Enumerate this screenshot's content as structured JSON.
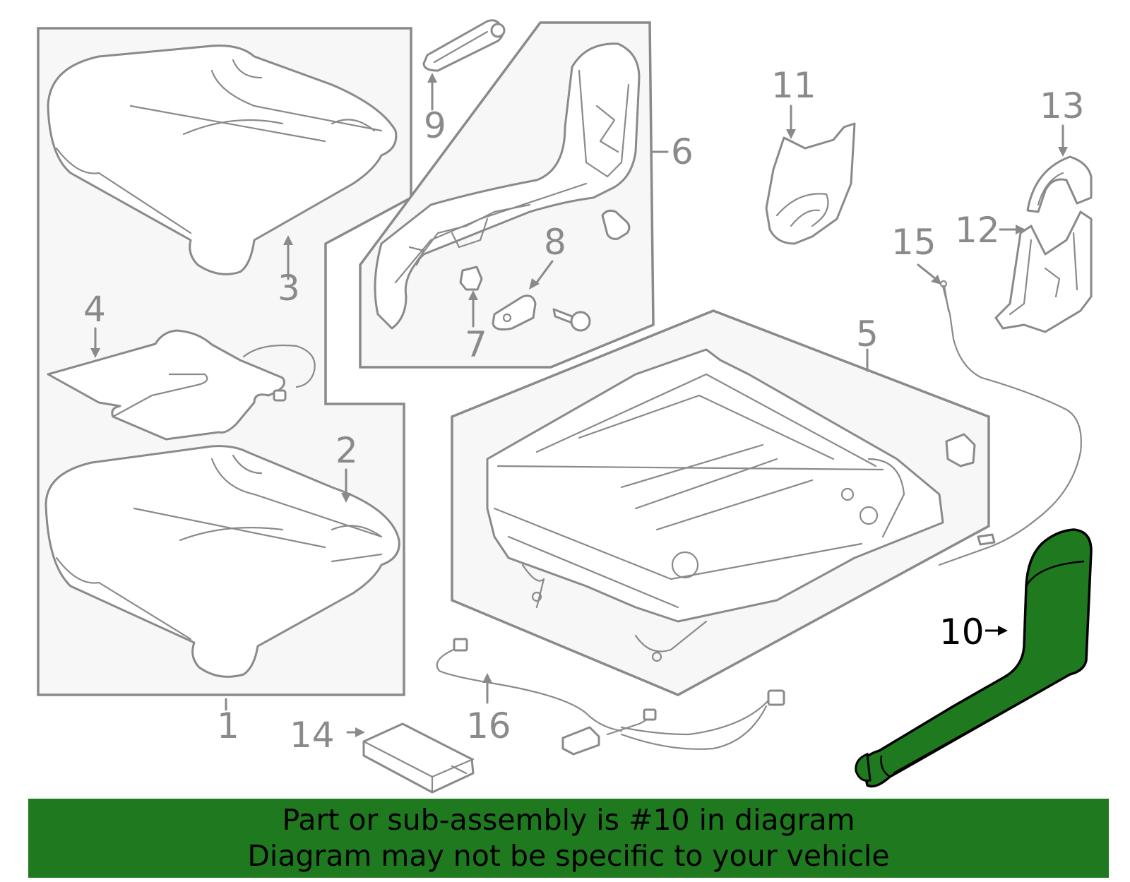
{
  "highlight": {
    "part_number": "10",
    "fill_color": "#1f7a1f"
  },
  "callouts": [
    {
      "id": "1",
      "label": "1"
    },
    {
      "id": "2",
      "label": "2"
    },
    {
      "id": "3",
      "label": "3"
    },
    {
      "id": "4",
      "label": "4"
    },
    {
      "id": "5",
      "label": "5"
    },
    {
      "id": "6",
      "label": "6"
    },
    {
      "id": "7",
      "label": "7"
    },
    {
      "id": "8",
      "label": "8"
    },
    {
      "id": "9",
      "label": "9"
    },
    {
      "id": "10",
      "label": "10"
    },
    {
      "id": "11",
      "label": "11"
    },
    {
      "id": "12",
      "label": "12"
    },
    {
      "id": "13",
      "label": "13"
    },
    {
      "id": "14",
      "label": "14"
    },
    {
      "id": "15",
      "label": "15"
    },
    {
      "id": "16",
      "label": "16"
    }
  ],
  "banner": {
    "line1": "Part or sub-assembly is #10 in diagram",
    "line2": "Diagram may not be specific to your vehicle",
    "background": "#1f7a1f"
  }
}
